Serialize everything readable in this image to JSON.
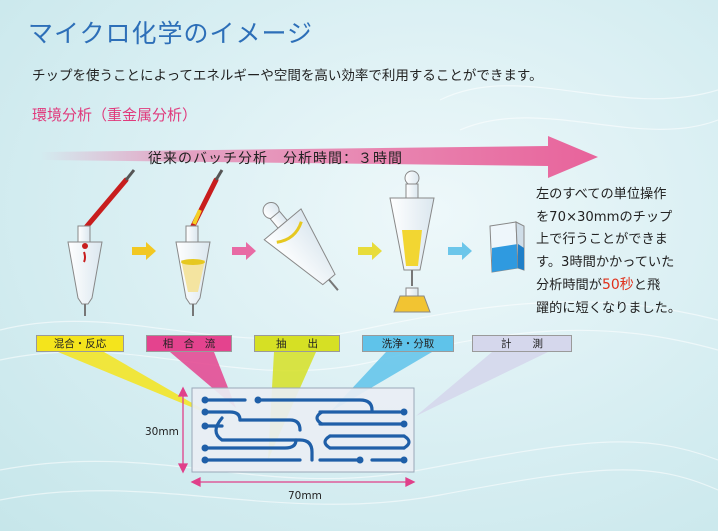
{
  "title": "マイクロ化学のイメージ",
  "subtitle": "チップを使うことによってエネルギーや空間を高い効率で利用することができます。",
  "section_label": "環境分析（重金属分析）",
  "arrow_label": "従来のバッチ分析　分析時間：３時間",
  "description": {
    "line1": "左のすべての単位操作",
    "line2": "を70×30mmのチップ",
    "line3": "上で行うことができま",
    "line4a": "す。3時間かかっていた",
    "line5a": "分析時間が",
    "line5_highlight": "50秒",
    "line5b": "と飛",
    "line6": "躍的に短くなりました。"
  },
  "steps": [
    {
      "label": "混合・反応",
      "color": "#f4e41c"
    },
    {
      "label": "相　合　流",
      "color": "#e4438e"
    },
    {
      "label": "抽　　出",
      "color": "#d6e024"
    },
    {
      "label": "洗浄・分取",
      "color": "#5fc3ea"
    },
    {
      "label": "計　　測",
      "color": "#d5d7ec"
    }
  ],
  "dimensions": {
    "height": "30mm",
    "width": "70mm"
  },
  "colors": {
    "title": "#2d6fb8",
    "accent_pink": "#e03a7c",
    "arrow_pink": "#e8639b",
    "channel": "#1f5fa8",
    "highlight_red": "#e0301a"
  }
}
